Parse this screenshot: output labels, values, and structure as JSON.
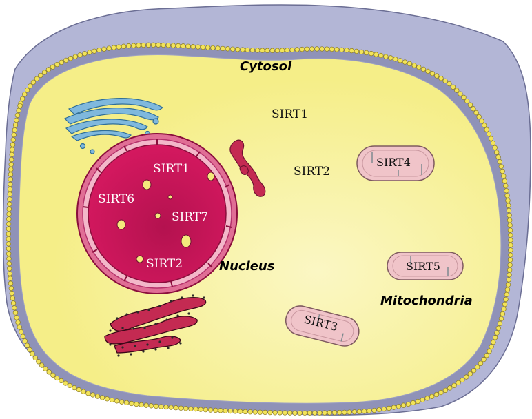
{
  "regions": {
    "cytosol": "Cytosol",
    "nucleus": "Nucleus",
    "mitochondria": "Mitochondria"
  },
  "sirtuins": {
    "cytosol": [
      "SIRT1",
      "SIRT2"
    ],
    "nucleus": [
      "SIRT1",
      "SIRT6",
      "SIRT7",
      "SIRT2"
    ],
    "mitochondria": [
      "SIRT4",
      "SIRT5",
      "SIRT3"
    ]
  },
  "colors": {
    "cytoplasm": "#f7f08e",
    "cytoplasm_center": "#fbf7bf",
    "extracellular": "#b3b6d6",
    "membrane_bead": "#f2e35a",
    "nucleus": "#c8145a",
    "nucleus_envelope": "#f3b7c9",
    "mitochondrion": "#f0c4c9",
    "er_rough": "#c42a52",
    "golgi": "#7fb8dd"
  }
}
